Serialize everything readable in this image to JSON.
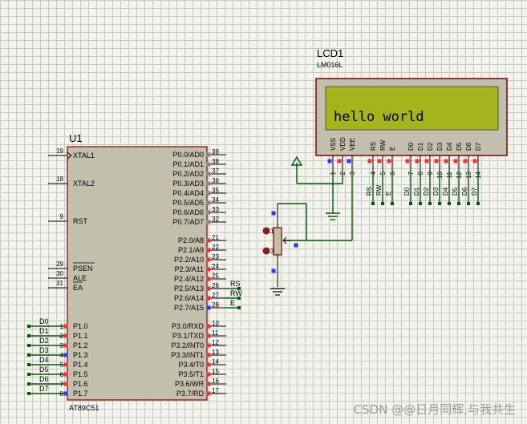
{
  "mcu": {
    "ref": "U1",
    "part": "AT89C51",
    "left_pins": [
      {
        "num": "19",
        "name": "XTAL1"
      },
      {
        "num": "18",
        "name": "XTAL2"
      },
      {
        "num": "9",
        "name": "RST"
      },
      {
        "num": "29",
        "name": "PSEN"
      },
      {
        "num": "30",
        "name": "ALE"
      },
      {
        "num": "31",
        "name": "EA"
      }
    ],
    "port1": [
      {
        "net": "D0",
        "num": "1",
        "name": "P1.0"
      },
      {
        "net": "D1",
        "num": "2",
        "name": "P1.1"
      },
      {
        "net": "D2",
        "num": "3",
        "name": "P1.2"
      },
      {
        "net": "D3",
        "num": "4",
        "name": "P1.3"
      },
      {
        "net": "D4",
        "num": "5",
        "name": "P1.4"
      },
      {
        "net": "D5",
        "num": "6",
        "name": "P1.5"
      },
      {
        "net": "D6",
        "num": "7",
        "name": "P1.6"
      },
      {
        "net": "D7",
        "num": "8",
        "name": "P1.7"
      }
    ],
    "port0": [
      {
        "num": "39",
        "name": "P0.0/AD0"
      },
      {
        "num": "38",
        "name": "P0.1/AD1"
      },
      {
        "num": "37",
        "name": "P0.2/AD2"
      },
      {
        "num": "36",
        "name": "P0.3/AD3"
      },
      {
        "num": "35",
        "name": "P0.4/AD4"
      },
      {
        "num": "34",
        "name": "P0.5/AD5"
      },
      {
        "num": "33",
        "name": "P0.6/AD6"
      },
      {
        "num": "32",
        "name": "P0.7/AD7"
      }
    ],
    "port2": [
      {
        "num": "21",
        "name": "P2.0/A8",
        "net": ""
      },
      {
        "num": "22",
        "name": "P2.1/A9",
        "net": ""
      },
      {
        "num": "23",
        "name": "P2.2/A10",
        "net": ""
      },
      {
        "num": "24",
        "name": "P2.3/A11",
        "net": ""
      },
      {
        "num": "25",
        "name": "P2.4/A12",
        "net": ""
      },
      {
        "num": "26",
        "name": "P2.5/A13",
        "net": "RS"
      },
      {
        "num": "27",
        "name": "P2.6/A14",
        "net": "RW"
      },
      {
        "num": "28",
        "name": "P2.7/A15",
        "net": "E"
      }
    ],
    "port3": [
      {
        "num": "10",
        "name": "P3.0/RXD"
      },
      {
        "num": "11",
        "name": "P3.1/TXD"
      },
      {
        "num": "12",
        "name": "P3.2/INT0"
      },
      {
        "num": "13",
        "name": "P3.3/INT1"
      },
      {
        "num": "14",
        "name": "P3.4/T0"
      },
      {
        "num": "15",
        "name": "P3.5/T1"
      },
      {
        "num": "16",
        "name": "P3.6/WR"
      },
      {
        "num": "17",
        "name": "P3.7/RD"
      }
    ]
  },
  "lcd": {
    "ref": "LCD1",
    "part": "LM016L",
    "display_text": "hello world",
    "pins": [
      {
        "label": "VSS",
        "num": "1",
        "net": ""
      },
      {
        "label": "VDD",
        "num": "2",
        "net": ""
      },
      {
        "label": "VEE",
        "num": "3",
        "net": ""
      },
      {
        "label": "RS",
        "num": "4",
        "net": "RS"
      },
      {
        "label": "RW",
        "num": "5",
        "net": "RW"
      },
      {
        "label": "E",
        "num": "6",
        "net": "E"
      },
      {
        "label": "D0",
        "num": "7",
        "net": "D0"
      },
      {
        "label": "D1",
        "num": "8",
        "net": "D1"
      },
      {
        "label": "D2",
        "num": "9",
        "net": "D2"
      },
      {
        "label": "D3",
        "num": "10",
        "net": "D3"
      },
      {
        "label": "D4",
        "num": "11",
        "net": "D4"
      },
      {
        "label": "D5",
        "num": "12",
        "net": "D5"
      },
      {
        "label": "D6",
        "num": "13",
        "net": "D6"
      },
      {
        "label": "D7",
        "num": "14",
        "net": "D7"
      }
    ]
  },
  "pot": {
    "term_top": "1",
    "term_bottom": "3"
  },
  "watermark": "CSDN @@日月同辉,与我共生",
  "colors": {
    "body_fill": "#c2bfad",
    "body_stroke": "#800000",
    "wire": "#005a00",
    "lcd_screen": "#a5b41a",
    "pin_red": "#ee3333",
    "pin_blue": "#3333ee"
  }
}
